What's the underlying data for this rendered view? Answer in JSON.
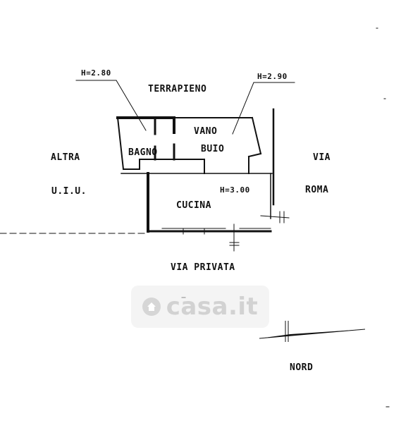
{
  "labels": {
    "terrapieno": "TERRAPIENO",
    "altra": "ALTRA",
    "uiu": "U.I.U.",
    "via": "VIA",
    "roma": "ROMA",
    "via_privata": "VIA PRIVATA",
    "nord": "NORD"
  },
  "rooms": {
    "bagno": "BAGNO",
    "vano": "VANO",
    "buio": "BUIO",
    "cucina": "CUCINA"
  },
  "heights": {
    "bagno": "H=2.80",
    "vano": "H=2.90",
    "cucina": "H=3.00"
  },
  "watermark": {
    "brand": "casa.it"
  },
  "colors": {
    "wall": "#111111",
    "watermark": "#d2d2d2"
  }
}
